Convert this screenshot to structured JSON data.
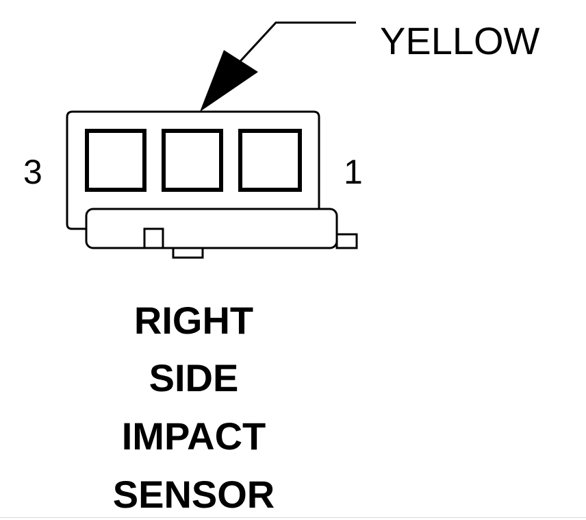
{
  "callout": {
    "color_label": "YELLOW"
  },
  "pins": {
    "left_label": "3",
    "right_label": "1"
  },
  "title": {
    "line1": "RIGHT",
    "line2": "SIDE",
    "line3": "IMPACT",
    "line4": "SENSOR"
  },
  "colors": {
    "ink": "#000000",
    "background": "#ffffff"
  }
}
